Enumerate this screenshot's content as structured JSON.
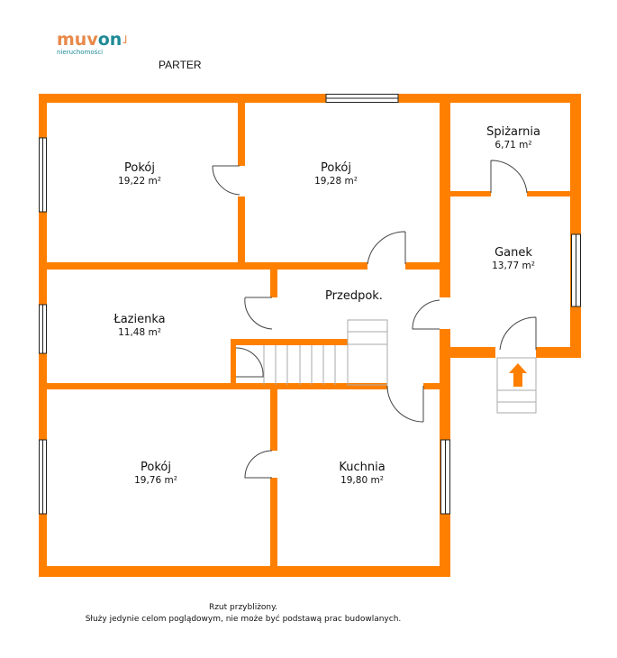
{
  "logo": {
    "brand_part1": "muv",
    "brand_part2": "on",
    "tagline": "nieruchomości"
  },
  "floor_title": "PARTER",
  "rooms": [
    {
      "name": "Pokój",
      "area": "19,22 m²"
    },
    {
      "name": "Pokój",
      "area": "19,28 m²"
    },
    {
      "name": "Spiżarnia",
      "area": "6,71 m²"
    },
    {
      "name": "Ganek",
      "area": "13,77 m²"
    },
    {
      "name": "Przedpok.",
      "area": ""
    },
    {
      "name": "Łazienka",
      "area": "11,48 m²"
    },
    {
      "name": "Pokój",
      "area": "19,76 m²"
    },
    {
      "name": "Kuchnia",
      "area": "19,80 m²"
    }
  ],
  "footer": {
    "line1": "Rzut przybliżony.",
    "line2": "Służy jedynie celom poglądowym, nie może być podstawą prac budowlanych."
  },
  "colors": {
    "wall": "#ff8000",
    "text": "#111111"
  }
}
